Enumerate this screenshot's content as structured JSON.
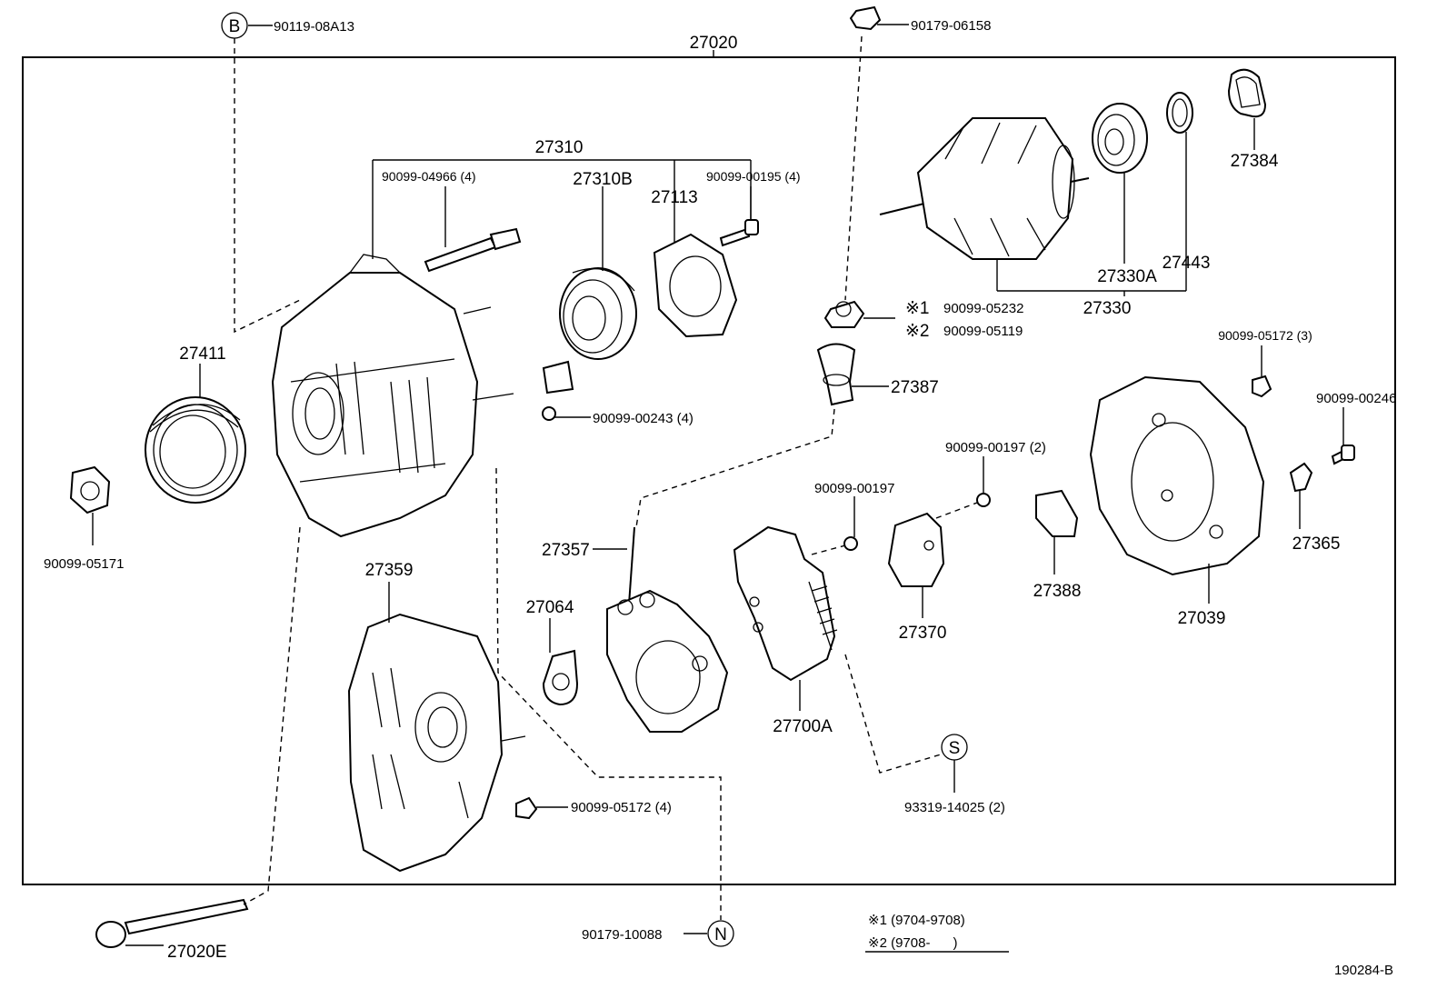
{
  "assembly": {
    "number": "27020"
  },
  "parts": {
    "p90119_08A13": "90119-08A13",
    "p90179_06158": "90179-06158",
    "p27310": "27310",
    "p90099_04966": "90099-04966 (4)",
    "p27310B": "27310B",
    "p27113": "27113",
    "p90099_00195": "90099-00195 (4)",
    "p27384": "27384",
    "p27443": "27443",
    "p27330A": "27330A",
    "p27330": "27330",
    "p90099_05232": "90099-05232",
    "p90099_05119": "90099-05119",
    "p27411": "27411",
    "p90099_00243": "90099-00243 (4)",
    "p27387": "27387",
    "p90099_05172_3": "90099-05172 (3)",
    "p90099_00246": "90099-00246",
    "p90099_00197_2": "90099-00197 (2)",
    "p90099_00197": "90099-00197",
    "p90099_05171": "90099-05171",
    "p27357": "27357",
    "p27359": "27359",
    "p27064": "27064",
    "p27365": "27365",
    "p27388": "27388",
    "p27039": "27039",
    "p27370": "27370",
    "p27700A": "27700A",
    "p93319_14025": "93319-14025 (2)",
    "p90099_05172_4": "90099-05172 (4)",
    "p27020E": "27020E",
    "p90179_10088": "90179-10088"
  },
  "markers": {
    "B": "B",
    "S": "S",
    "N": "N",
    "m1": "※1",
    "m2": "※2"
  },
  "notes": {
    "note1": "※1 (9704-9708)",
    "note2": "※2 (9708-      )"
  },
  "figure_id": "190284-B"
}
